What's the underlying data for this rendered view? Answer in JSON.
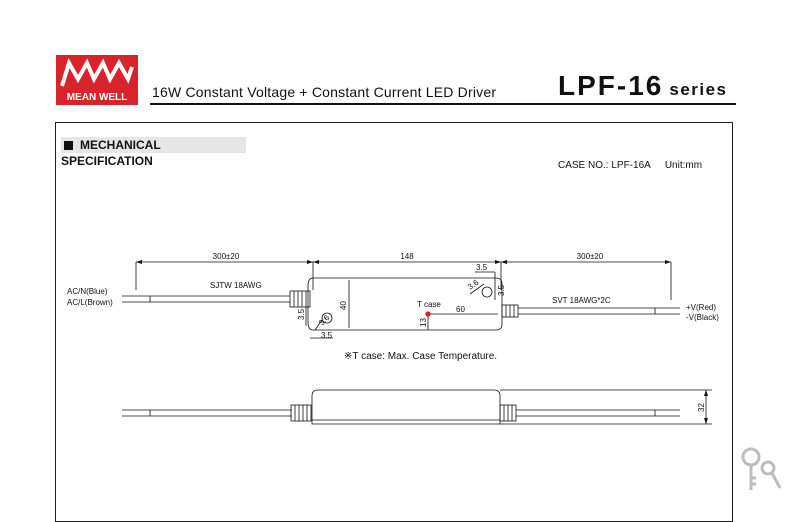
{
  "header": {
    "brand_short": "MW",
    "brand_name": "MEAN WELL",
    "subtitle": "16W Constant Voltage + Constant Current LED Driver",
    "model": "LPF-16",
    "series_word": "series"
  },
  "section": {
    "title": "MECHANICAL SPECIFICATION",
    "case_no": "CASE NO.: LPF-16A",
    "unit": "Unit:mm"
  },
  "drawing": {
    "dim_left_cable": "300±20",
    "dim_body": "148",
    "dim_right_cable": "300±20",
    "dim_35_top": "3.5",
    "dim_36_top": "3.6",
    "dim_35_right": "3.5",
    "dim_35_left_v": "3.5",
    "dim_36_left": "3.6",
    "dim_35_bottom": "3.5",
    "dim_40": "40",
    "dim_13": "13",
    "dim_60": "60",
    "dim_32": "32",
    "tcase_label": "T case",
    "input_cable_spec": "SJTW 18AWG",
    "output_cable_spec": "SVT 18AWG*2C",
    "ac_n": "AC/N(Blue)",
    "ac_l": "AC/L(Brown)",
    "v_plus": "+V(Red)",
    "v_minus": "-V(Black)",
    "note": "※T case: Max. Case Temperature."
  },
  "colors": {
    "brand_red": "#d8232a",
    "tcase_dot": "#e11b1b"
  },
  "icons": {
    "watermark": "key-icon"
  }
}
